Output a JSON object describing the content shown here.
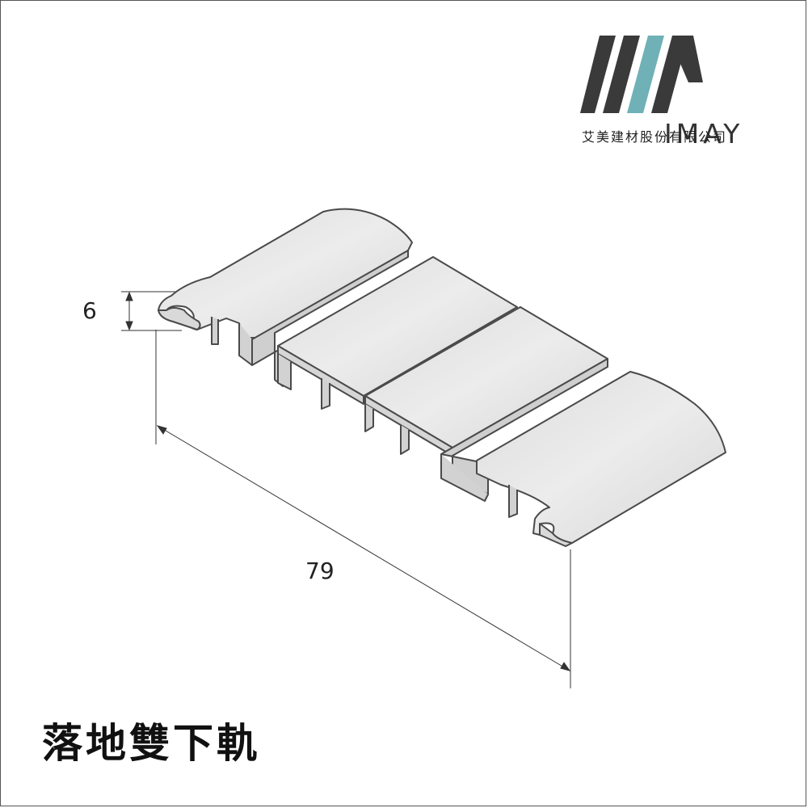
{
  "brand": {
    "wordmark": "IMAY",
    "company_name": "艾美建材股份有限公司",
    "colors": {
      "stripe_dark": "#3a3a3a",
      "stripe_teal": "#6fb1b6"
    }
  },
  "dimensions": {
    "height_label": "6",
    "width_label": "79"
  },
  "product": {
    "title": "落地雙下軌"
  },
  "colors": {
    "profile_fill": "#e4e4e4",
    "profile_shade": "#cfcfcf",
    "outline": "#4a4a4a",
    "dim_line": "#333333"
  }
}
